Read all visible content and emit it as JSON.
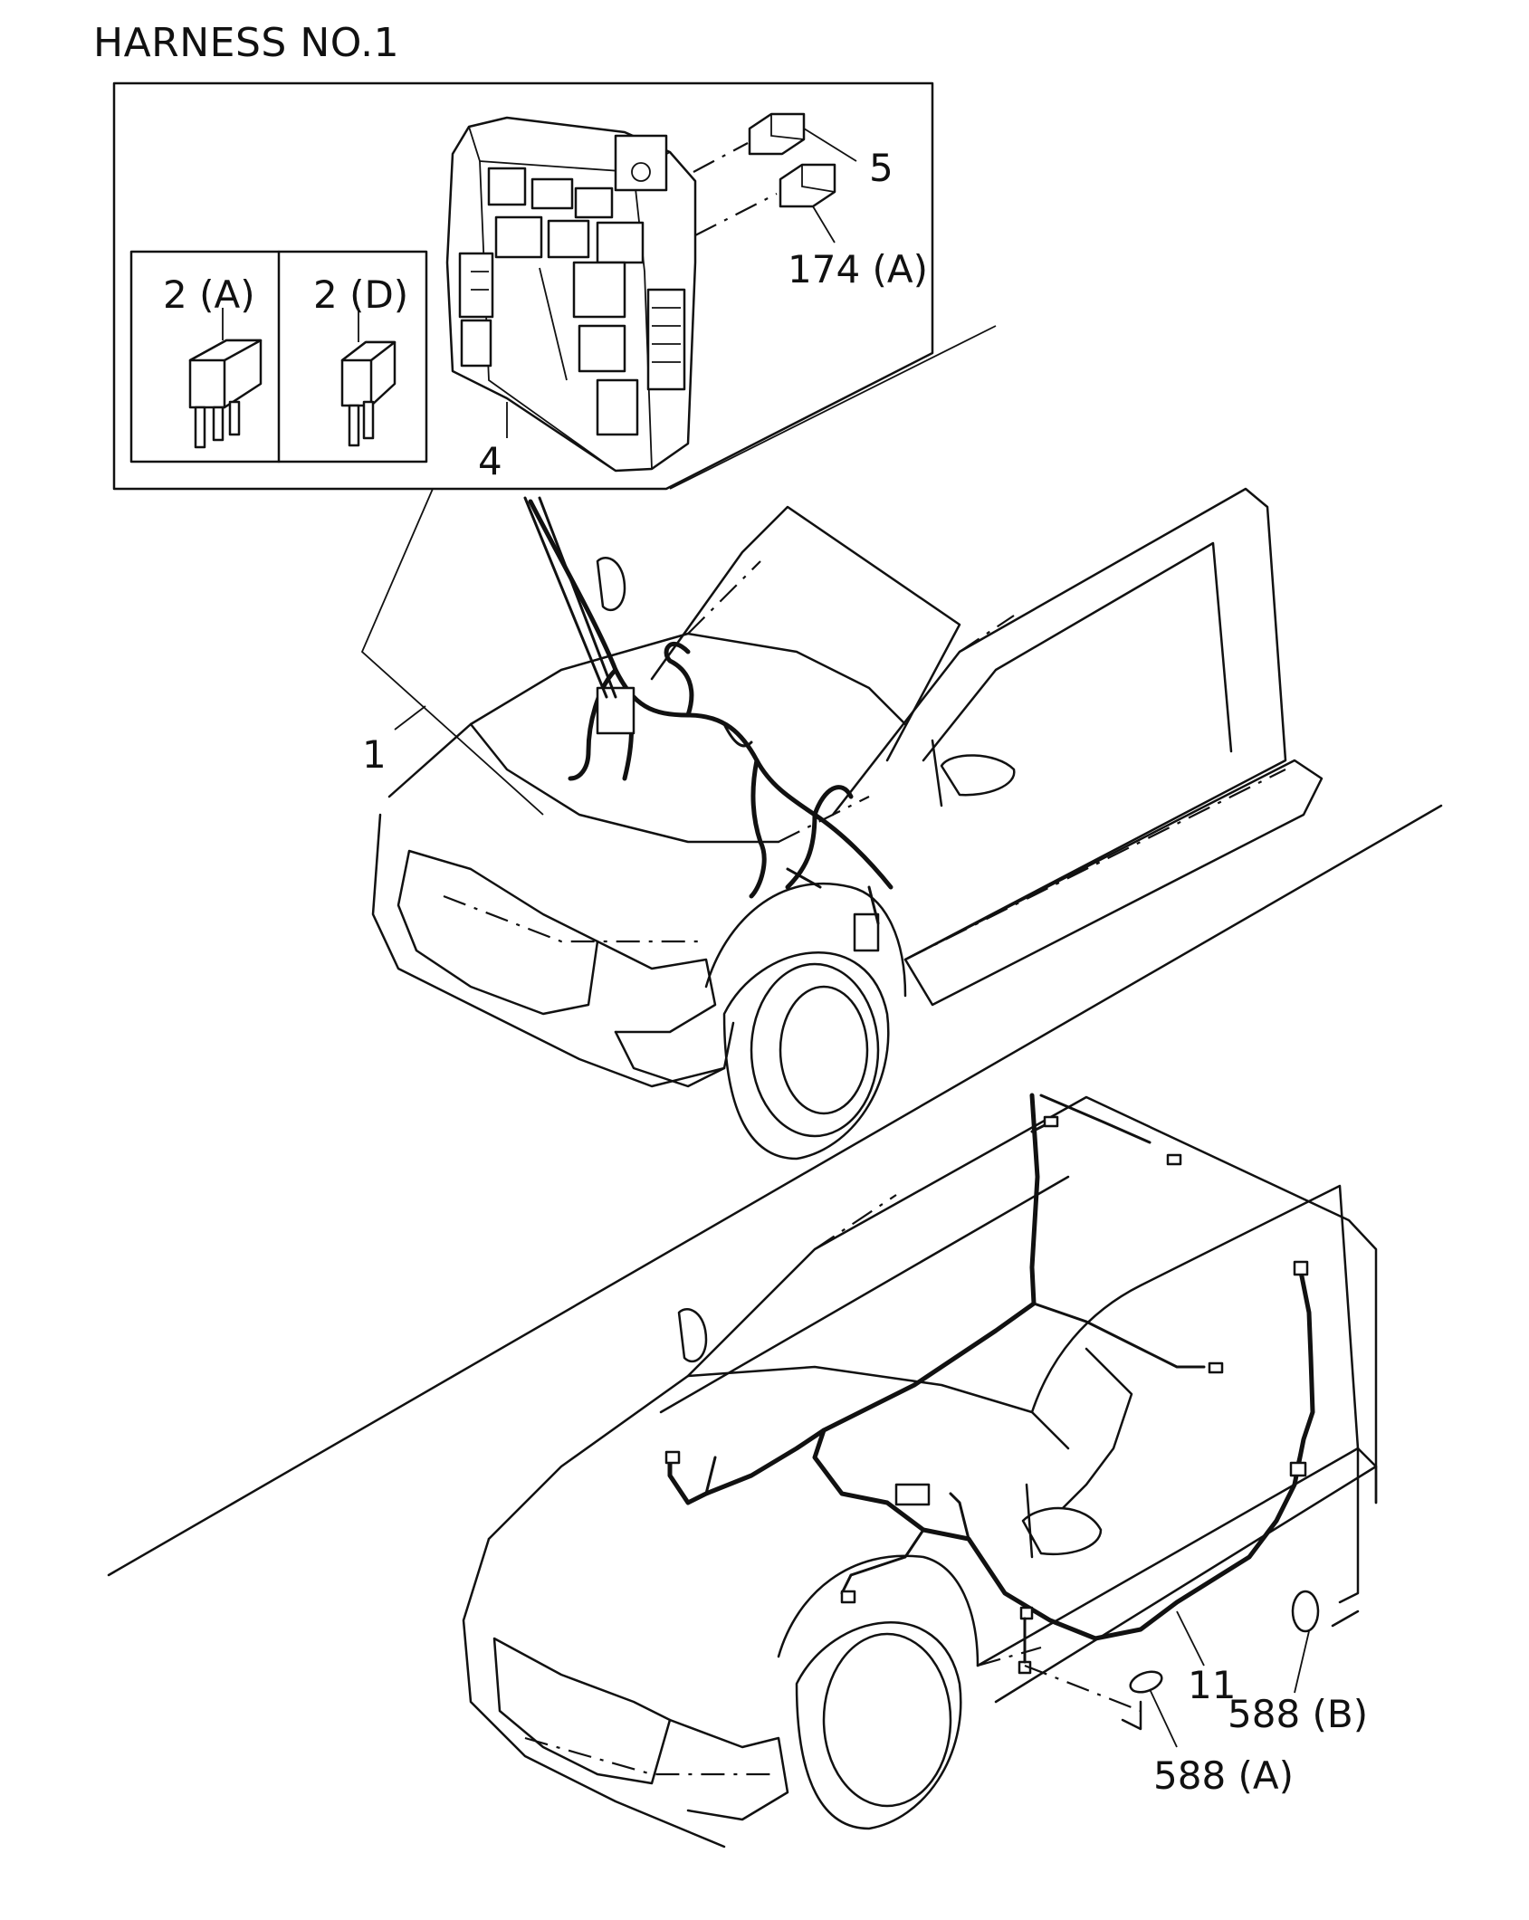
{
  "title": "HARNESS NO.1",
  "callouts": {
    "c5": "5",
    "c174a": "174 (A)",
    "c2a": "2 (A)",
    "c2d": "2 (D)",
    "c4": "4",
    "c1": "1",
    "c11": "11",
    "c588b": "588 (B)",
    "c588a": "588 (A)"
  },
  "colors": {
    "line": "#111111",
    "background": "#ffffff"
  }
}
